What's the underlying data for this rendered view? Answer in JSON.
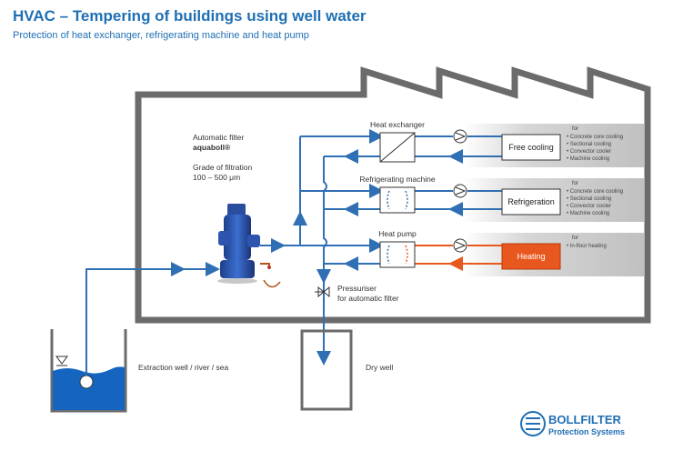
{
  "title": "HVAC – Tempering of buildings using well water",
  "subtitle": "Protection of heat exchanger, refrigerating machine and heat pump",
  "filter": {
    "label1": "Automatic filter",
    "label2": "aquaboll®",
    "grade_label": "Grade of filtration",
    "grade_value": "100 – 500 μm"
  },
  "units": [
    {
      "title": "Heat exchanger",
      "output": "Free cooling",
      "for_label": "for",
      "items": [
        "• Concrete core cooling",
        "• Sectional cooling",
        "• Convector cooler",
        "• Machine cooling"
      ]
    },
    {
      "title": "Refrigerating machine",
      "output": "Refrigeration",
      "for_label": "for",
      "items": [
        "• Concrete core cooling",
        "• Sectional cooling",
        "• Convector cooler",
        "• Machine cooling"
      ]
    },
    {
      "title": "Heat pump",
      "output": "Heating",
      "for_label": "for",
      "items": [
        "• In-floor heating"
      ]
    }
  ],
  "pressuriser": {
    "line1": "Pressuriser",
    "line2": "for automatic filter"
  },
  "extraction_label": "Extraction well / river / sea",
  "dry_well_label": "Dry well",
  "logo": {
    "brand": "BOLLFILTER",
    "tagline": "Protection Systems"
  },
  "colors": {
    "blue": "#2f6fb3",
    "building": "#6b6b6b",
    "water": "#1565c0",
    "heating": "#e8571e",
    "panel": "#c8c8c8"
  }
}
